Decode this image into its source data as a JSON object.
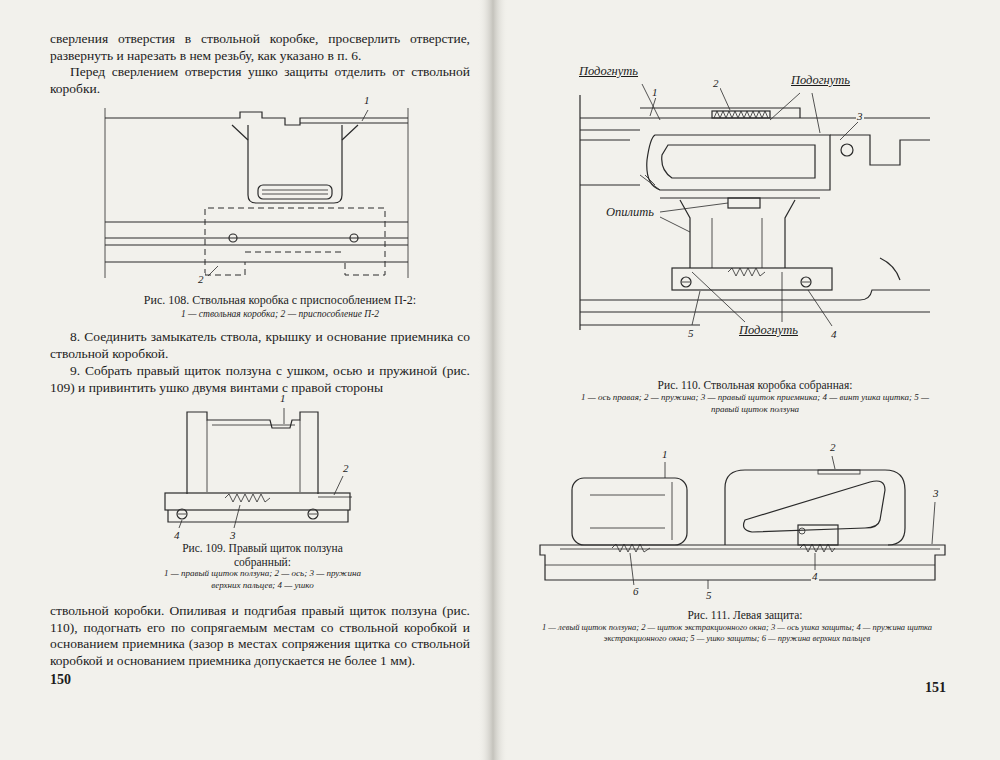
{
  "diagram": {
    "labels": [
      "сверления отверстия в ствольной коробке, просверлить отверстие, развернуть и нарезать в нем резьбу, как указано в п. 6.",
      "Перед сверлением отверстия ушко защиты отделить от ствольной коробки.",
      "1",
      "2",
      "Рис. 108. Ствольная коробка с приспособлением П-2:",
      "1 — ствольная коробка; 2 — приспособление П-2",
      "8. Соединить замыкатель ствола, крышку и основание приемника со ствольной коробкой.",
      "9. Собрать правый щиток ползуна с ушком, осью и пружиной (рис. 109) и привинтить ушко двумя винтами с правой стороны",
      "1",
      "2",
      "3",
      "4",
      "Рис. 109. Правый щиток ползуна собранный:",
      "1 — правый щиток ползуна; 2 — ось; 3 — пружина верхних пальцев; 4 — ушко",
      "ствольной коробки. Опиливая и подгибая правый щиток ползуна (рис. 110), подогнать его по сопрягаемым местам со ствольной коробкой и основанием приемника (зазор в местах сопряжения щитка со ствольной коробкой и основанием приемника допускается не более 1 мм).",
      "150",
      "Подогнуть",
      "Подогнуть",
      "Опилить",
      "Подогнуть",
      "1",
      "2",
      "3",
      "4",
      "5",
      "Рис. 110. Ствольная коробка собранная:",
      "1 — ось правая; 2 — пружина; 3 — правый щиток приемника; 4 — винт ушка щитка; 5 — правый щиток ползуна",
      "1",
      "2",
      "3",
      "4",
      "5",
      "6",
      "Рис. 111. Левая защита:",
      "1 — левый щиток ползуна; 2 — щиток экстракционного окна; 3 — ось ушка защиты; 4 — пружина щитка экстракционного окна; 5 — ушко защиты; 6 — пружина верхних пальцев",
      "151"
    ]
  }
}
